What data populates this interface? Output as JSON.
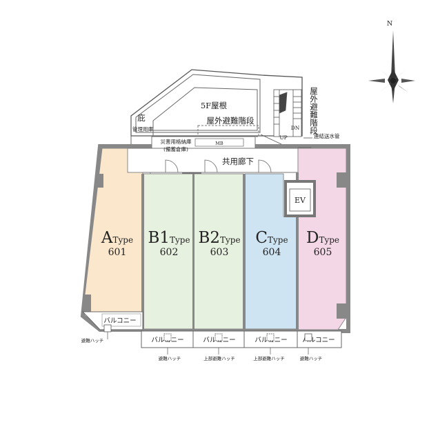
{
  "north": {
    "label": "N"
  },
  "roof": {
    "label": "5F屋根"
  },
  "eaves": {
    "label": "庇"
  },
  "outdoor_stair_top": {
    "label": "屋外避難階段"
  },
  "outdoor_stair_side": {
    "label": "屋外避難階段"
  },
  "storage": {
    "label": "管理用庫"
  },
  "disaster_storage": {
    "line1": "災害用格納庫",
    "line2": "(備蓄倉庫)"
  },
  "mb": {
    "label": "MB"
  },
  "corridor": {
    "label": "共用廊下"
  },
  "standpipe": {
    "label": "連結送水管"
  },
  "stair_up": {
    "label": "UP"
  },
  "stair_dn": {
    "label": "DN"
  },
  "elevator": {
    "label": "EV"
  },
  "units": [
    {
      "letter": "A",
      "suffix": "Type",
      "room": "601",
      "color": "#fbe7cc"
    },
    {
      "letter": "B1",
      "suffix": "Type",
      "room": "602",
      "color": "#e7f1df"
    },
    {
      "letter": "B2",
      "suffix": "Type",
      "room": "603",
      "color": "#e7f1df"
    },
    {
      "letter": "C",
      "suffix": "Type",
      "room": "604",
      "color": "#cfe4f2"
    },
    {
      "letter": "D",
      "suffix": "Type",
      "room": "605",
      "color": "#f4d7e6"
    }
  ],
  "balcony": {
    "label": "バルコニー"
  },
  "hatch": {
    "label": "避難ハッチ",
    "upper_label": "上部避難ハッチ"
  }
}
